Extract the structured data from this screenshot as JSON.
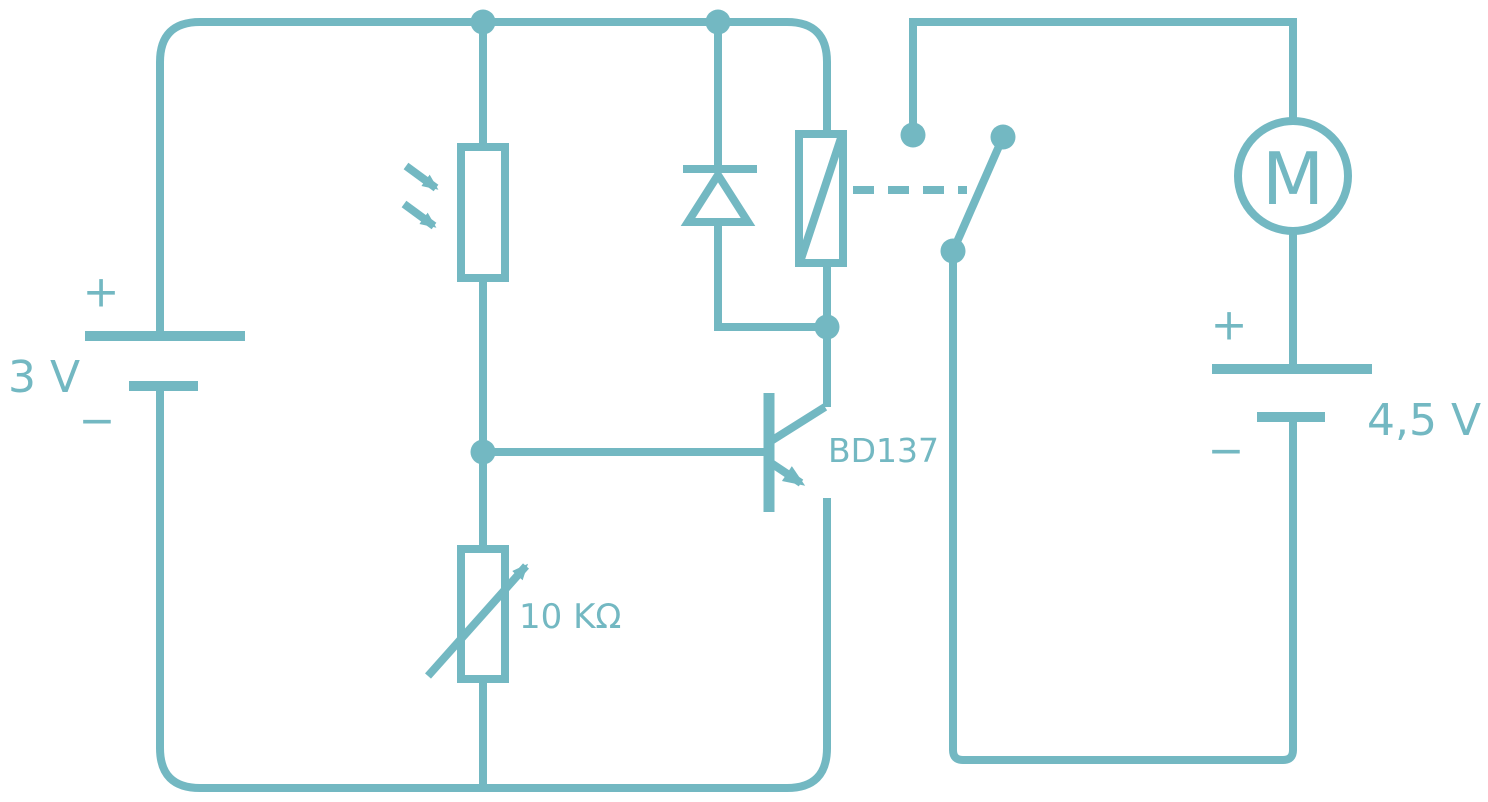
{
  "diagram": {
    "type": "circuit-schematic",
    "colors": {
      "stroke": "#73b8c2",
      "background": "#ffffff"
    },
    "labels": {
      "battery_left_value": "3 V",
      "battery_left_plus": "+",
      "battery_left_minus": "−",
      "battery_right_value": "4,5 V",
      "battery_right_plus": "+",
      "battery_right_minus": "−",
      "transistor": "BD137",
      "potentiometer": "10 KΩ",
      "motor": "M"
    },
    "components": [
      {
        "name": "battery-3v",
        "label": "3 V"
      },
      {
        "name": "photoresistor-ldr",
        "label": ""
      },
      {
        "name": "potentiometer",
        "label": "10 KΩ"
      },
      {
        "name": "transistor-npn",
        "label": "BD137"
      },
      {
        "name": "flyback-diode",
        "label": ""
      },
      {
        "name": "relay-coil",
        "label": ""
      },
      {
        "name": "relay-contact-switch",
        "label": ""
      },
      {
        "name": "motor",
        "label": "M"
      },
      {
        "name": "battery-4v5",
        "label": "4,5 V"
      }
    ]
  }
}
